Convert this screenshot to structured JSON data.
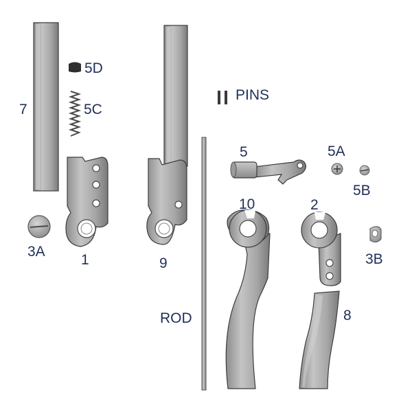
{
  "labels": {
    "l7": "7",
    "l5d": "5D",
    "l5c": "5C",
    "l3a": "3A",
    "l1": "1",
    "l9": "9",
    "lpins": "PINS",
    "lrod": "ROD",
    "l5": "5",
    "l5a": "5A",
    "l5b": "5B",
    "l10": "10",
    "l2": "2",
    "l3b": "3B",
    "l8": "8"
  },
  "colors": {
    "label": "#1f2f57",
    "metal_light": "#b9b9b9",
    "metal_dark": "#7f7f7f",
    "outline": "#3c3c3c"
  }
}
